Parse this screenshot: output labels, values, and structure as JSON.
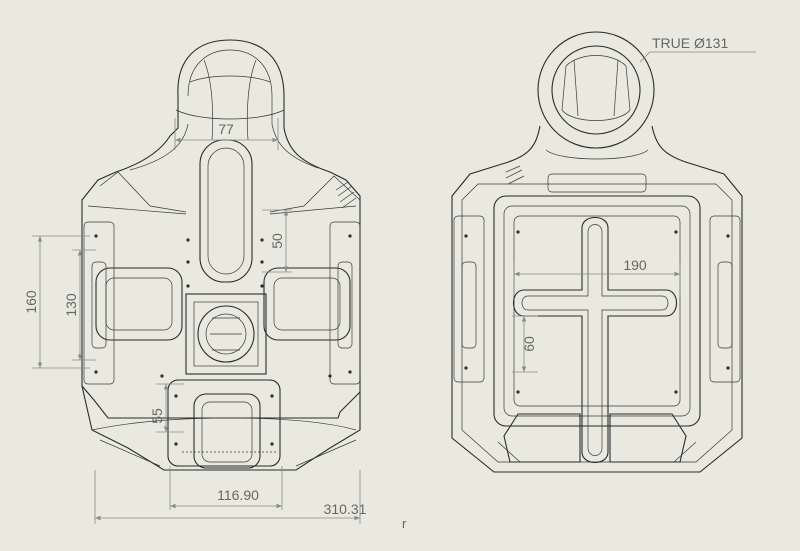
{
  "dimensions": {
    "d77": "77",
    "d50": "50",
    "d160": "160",
    "d130": "130",
    "d55": "55",
    "d116": "116.90",
    "d310": "310.31",
    "d190": "190",
    "d60": "60",
    "true_dia": "TRUE Ø131"
  },
  "stray_mark": "r",
  "colors": {
    "background": "#e9e9df",
    "outline": "#2b2b2b",
    "dimension": "#8a8a8a",
    "dimension_text": "#666666"
  }
}
